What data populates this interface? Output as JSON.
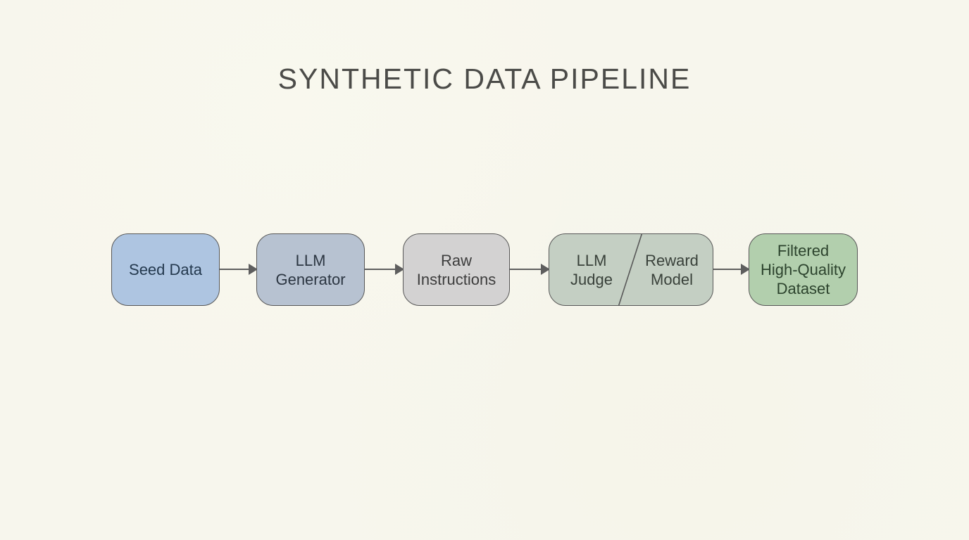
{
  "title": "SYNTHETIC DATA PIPELINE",
  "colors": {
    "background": "#f7f6ed",
    "title_text": "#4b4b48",
    "node_border": "#575757",
    "arrow": "#5e5e5e"
  },
  "pipeline": {
    "nodes": [
      {
        "id": "seed-data",
        "label": "Seed Data",
        "fill": "#aec5e1",
        "text_color": "#24394e"
      },
      {
        "id": "llm-generator",
        "label": "LLM\nGenerator",
        "fill": "#b7c2d1",
        "text_color": "#2c3642"
      },
      {
        "id": "raw-instructions",
        "label": "Raw\nInstructions",
        "fill": "#d3d2d2",
        "text_color": "#3d3d3d"
      },
      {
        "id": "llm-judge-reward-model",
        "label_left": "LLM\nJudge",
        "label_right": "Reward\nModel",
        "divider": "diagonal-slash",
        "fill": "#c4cfc3",
        "text_color": "#39413a"
      },
      {
        "id": "filtered-high-quality-dataset",
        "label": "Filtered\nHigh-Quality\nDataset",
        "fill": "#b2cfad",
        "text_color": "#2c432d"
      }
    ],
    "connections": [
      {
        "from": "Seed Data",
        "to": "LLM Generator"
      },
      {
        "from": "LLM Generator",
        "to": "Raw Instructions"
      },
      {
        "from": "Raw Instructions",
        "to": "LLM Judge / Reward Model"
      },
      {
        "from": "LLM Judge / Reward Model",
        "to": "Filtered High-Quality Dataset"
      }
    ]
  }
}
